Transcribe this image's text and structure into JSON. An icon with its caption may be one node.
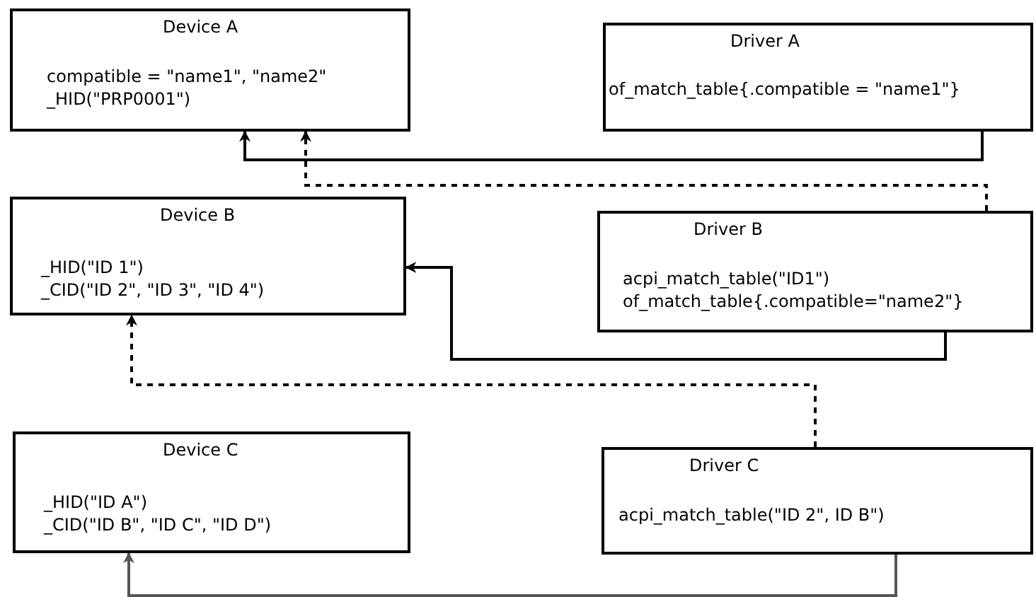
{
  "diagram": {
    "nodes": [
      {
        "text": [
          "Device A",
          "compatible = \"name1\", \"name2\"",
          "_HID(\"PRP0001\")"
        ]
      },
      {
        "text": [
          "Driver A",
          "of_match_table{.compatible = \"name1\"}"
        ]
      },
      {
        "text": [
          "Device B",
          "_HID(\"ID 1\")",
          "_CID(\"ID 2\", \"ID 3\", \"ID 4\")"
        ]
      },
      {
        "text": [
          "Driver B",
          "acpi_match_table(\"ID1\")",
          "of_match_table{.compatible=\"name2\"}"
        ]
      },
      {
        "text": [
          "Device C",
          "_HID(\"ID A\")",
          "_CID(\"ID B\", \"ID C\", \"ID D\")"
        ]
      },
      {
        "text": [
          "Driver C",
          "acpi_match_table(\"ID 2\", ID B\")"
        ]
      }
    ],
    "edges": [
      {
        "from": 1,
        "to": 0,
        "arrow": "to"
      },
      {
        "from": 3,
        "to": 0,
        "arrow": "to",
        "style": "dashed"
      },
      {
        "from": 3,
        "to": 2,
        "arrow": "to"
      },
      {
        "from": 5,
        "to": 2,
        "arrow": "to",
        "style": "dashed"
      },
      {
        "from": 5,
        "to": 4,
        "arrow": "to"
      }
    ]
  }
}
